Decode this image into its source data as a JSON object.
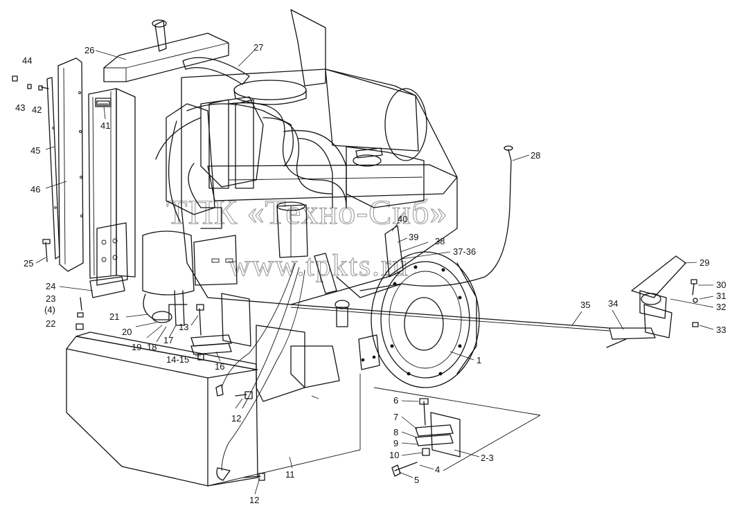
{
  "watermark": {
    "line1": "ТПК «Техно-Сиб»",
    "line2": "www.tpkts.ru"
  },
  "callouts": [
    {
      "id": "c44",
      "text": "44"
    },
    {
      "id": "c43",
      "text": "43"
    },
    {
      "id": "c42",
      "text": "42"
    },
    {
      "id": "c26",
      "text": "26"
    },
    {
      "id": "c27",
      "text": "27"
    },
    {
      "id": "c41",
      "text": "41"
    },
    {
      "id": "c45",
      "text": "45"
    },
    {
      "id": "c46",
      "text": "46"
    },
    {
      "id": "c28",
      "text": "28"
    },
    {
      "id": "c25",
      "text": "25"
    },
    {
      "id": "c40",
      "text": "40"
    },
    {
      "id": "c39",
      "text": "39"
    },
    {
      "id": "c38",
      "text": "38"
    },
    {
      "id": "c3736",
      "text": "37-36"
    },
    {
      "id": "c29",
      "text": "29"
    },
    {
      "id": "c30",
      "text": "30"
    },
    {
      "id": "c31",
      "text": "31"
    },
    {
      "id": "c32",
      "text": "32"
    },
    {
      "id": "c33",
      "text": "33"
    },
    {
      "id": "c24",
      "text": "24"
    },
    {
      "id": "c23",
      "text": "23"
    },
    {
      "id": "c4p",
      "text": "(4)"
    },
    {
      "id": "c22",
      "text": "22"
    },
    {
      "id": "c21",
      "text": "21"
    },
    {
      "id": "c20",
      "text": "20"
    },
    {
      "id": "c19",
      "text": "19"
    },
    {
      "id": "c18",
      "text": "18"
    },
    {
      "id": "c17",
      "text": "17"
    },
    {
      "id": "c13",
      "text": "13"
    },
    {
      "id": "c1415",
      "text": "14-15"
    },
    {
      "id": "c16",
      "text": "16"
    },
    {
      "id": "c35",
      "text": "35"
    },
    {
      "id": "c34",
      "text": "34"
    },
    {
      "id": "c1",
      "text": "1"
    },
    {
      "id": "c12a",
      "text": "12"
    },
    {
      "id": "c6",
      "text": "6"
    },
    {
      "id": "c7",
      "text": "7"
    },
    {
      "id": "c8",
      "text": "8"
    },
    {
      "id": "c9",
      "text": "9"
    },
    {
      "id": "c10",
      "text": "10"
    },
    {
      "id": "c23b",
      "text": "2-3"
    },
    {
      "id": "c4",
      "text": "4"
    },
    {
      "id": "c5",
      "text": "5"
    },
    {
      "id": "c11",
      "text": "11"
    },
    {
      "id": "c12b",
      "text": "12"
    }
  ]
}
